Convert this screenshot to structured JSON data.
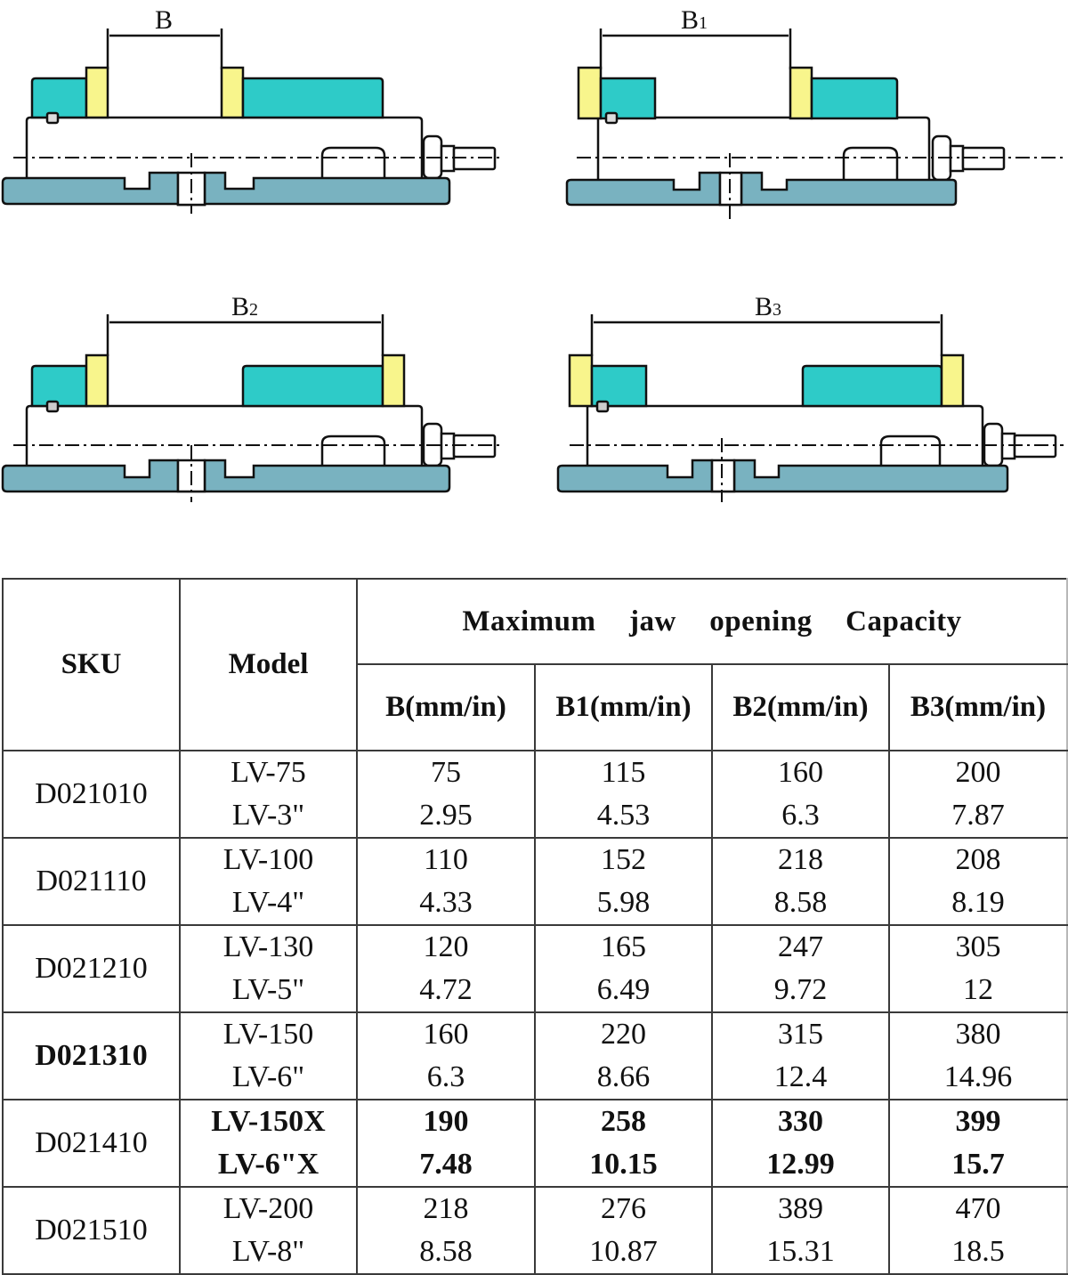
{
  "diagrams": [
    {
      "id": "B",
      "label": "B",
      "sub": ""
    },
    {
      "id": "B1",
      "label": "B",
      "sub": "1"
    },
    {
      "id": "B2",
      "label": "B",
      "sub": "2"
    },
    {
      "id": "B3",
      "label": "B",
      "sub": "3"
    }
  ],
  "colors": {
    "jaw_teal": "#2ecbc8",
    "jaw_plate_yellow": "#f8f58c",
    "base_blue": "#79b2c0",
    "outline": "#111111"
  },
  "table": {
    "headers": {
      "sku": "SKU",
      "model": "Model",
      "group": "Maximum  jaw  opening  Capacity",
      "columns": [
        "B(mm/in)",
        "B1(mm/in)",
        "B2(mm/in)",
        "B3(mm/in)"
      ]
    },
    "rows": [
      {
        "sku": "D021010",
        "model": [
          "LV-75",
          "LV-3\""
        ],
        "B": [
          "75",
          "2.95"
        ],
        "B1": [
          "115",
          "4.53"
        ],
        "B2": [
          "160",
          "6.3"
        ],
        "B3": [
          "200",
          "7.87"
        ]
      },
      {
        "sku": "D021110",
        "model": [
          "LV-100",
          "LV-4\""
        ],
        "B": [
          "110",
          "4.33"
        ],
        "B1": [
          "152",
          "5.98"
        ],
        "B2": [
          "218",
          "8.58"
        ],
        "B3": [
          "208",
          "8.19"
        ]
      },
      {
        "sku": "D021210",
        "model": [
          "LV-130",
          "LV-5\""
        ],
        "B": [
          "120",
          "4.72"
        ],
        "B1": [
          "165",
          "6.49"
        ],
        "B2": [
          "247",
          "9.72"
        ],
        "B3": [
          "305",
          "12"
        ]
      },
      {
        "sku": "D021310",
        "model": [
          "LV-150",
          "LV-6\""
        ],
        "B": [
          "160",
          "6.3"
        ],
        "B1": [
          "220",
          "8.66"
        ],
        "B2": [
          "315",
          "12.4"
        ],
        "B3": [
          "380",
          "14.96"
        ]
      },
      {
        "sku": "D021410",
        "model": [
          "LV-150X",
          "LV-6\"X"
        ],
        "B": [
          "190",
          "7.48"
        ],
        "B1": [
          "258",
          "10.15"
        ],
        "B2": [
          "330",
          "12.99"
        ],
        "B3": [
          "399",
          "15.7"
        ]
      },
      {
        "sku": "D021510",
        "model": [
          "LV-200",
          "LV-8\""
        ],
        "B": [
          "218",
          "8.58"
        ],
        "B1": [
          "276",
          "10.87"
        ],
        "B2": [
          "389",
          "15.31"
        ],
        "B3": [
          "470",
          "18.5"
        ]
      }
    ]
  }
}
